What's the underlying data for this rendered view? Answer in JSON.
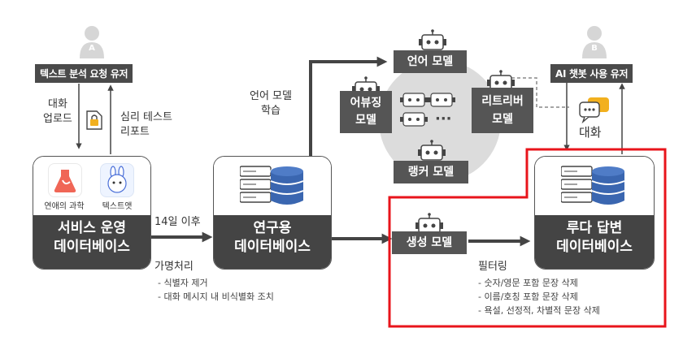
{
  "user_a": {
    "badge": "A",
    "label": "텍스트 분석 요청 유저"
  },
  "user_b": {
    "badge": "B",
    "label": "AI 챗봇 사용 유저"
  },
  "upload_label": [
    "대화",
    "업로드"
  ],
  "report_label": [
    "심리 테스트",
    "리포트"
  ],
  "service_db": {
    "line1": "서비스 운영",
    "line2": "데이터베이스",
    "apps": [
      {
        "caption": "연애의 과학"
      },
      {
        "caption": "텍스트앳"
      }
    ]
  },
  "after_14": "14일 이후",
  "anonymize": {
    "title": "가명처리",
    "items": [
      "- 식별자 제거",
      "- 대화 메시지 내 비식별화 조치"
    ]
  },
  "research_db": {
    "line1": "연구용",
    "line2": "데이터베이스"
  },
  "lm_training": [
    "언어 모델",
    "학습"
  ],
  "models": {
    "language": "언어 모델",
    "abusing": [
      "어뷰징",
      "모델"
    ],
    "retriever": [
      "리트리버",
      "모델"
    ],
    "ranker": "랭커 모델",
    "dots": "···",
    "generation": "생성 모델"
  },
  "chat_label": "대화",
  "filtering": {
    "title": "필터링",
    "items": [
      "- 숫자/영문 포함 문장 삭제",
      "- 이름/호칭 포함 문장 삭제",
      "- 욕설, 선정적, 차별적 문장 삭제"
    ]
  },
  "luda_db": {
    "line1": "루다 답변",
    "line2": "데이터베이스"
  },
  "colors": {
    "highlight": "#e8141b",
    "dark": "#444444",
    "model": "#555555"
  }
}
